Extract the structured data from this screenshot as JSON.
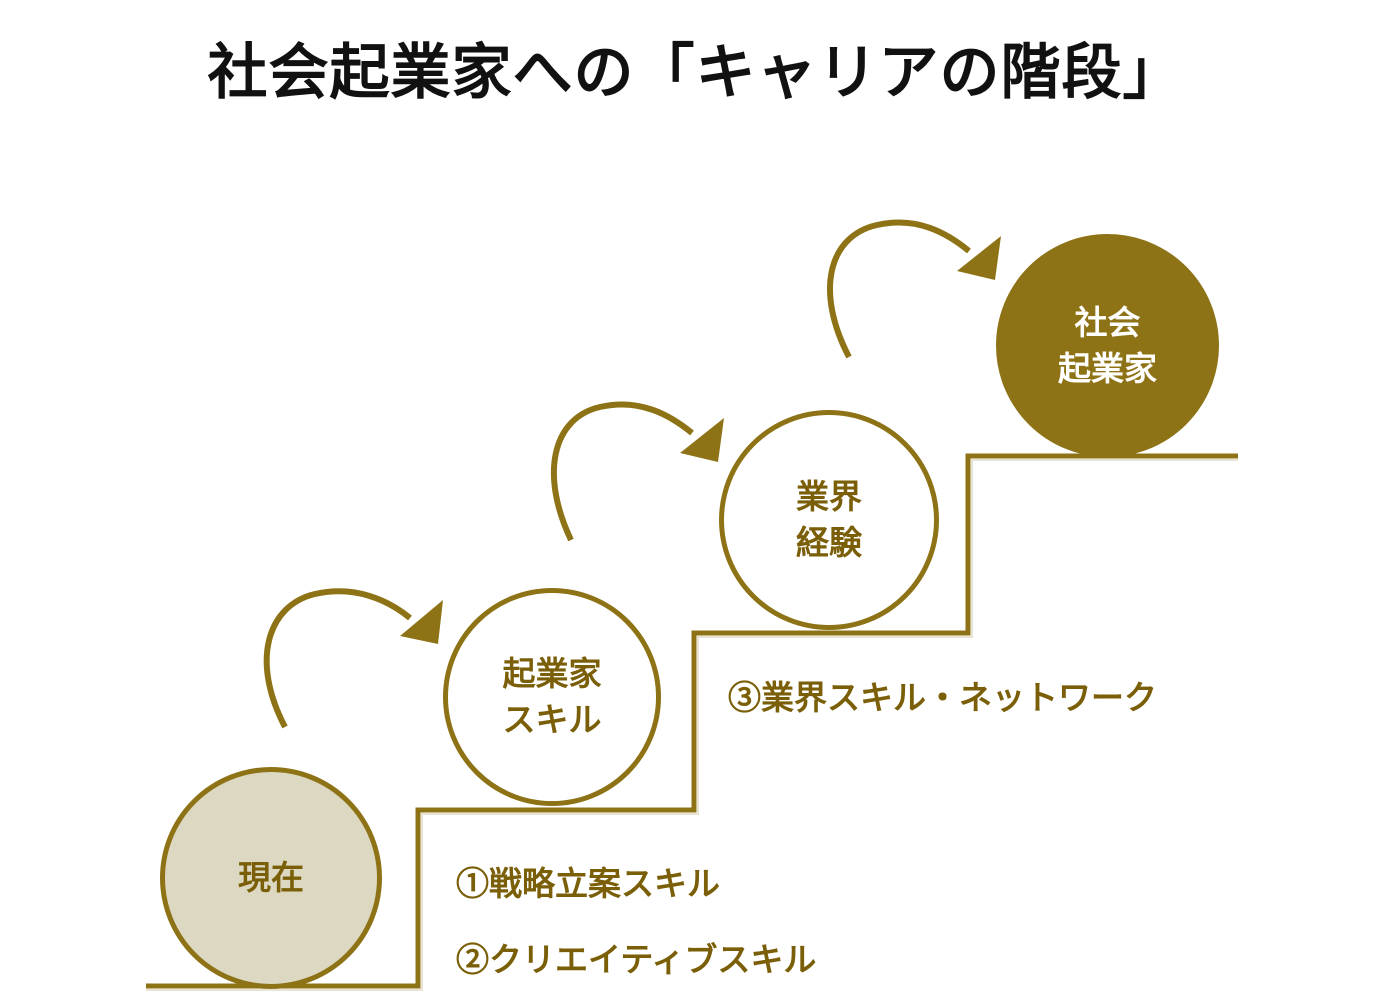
{
  "title": "社会起業家への「キャリアの階段」",
  "colors": {
    "accent": "#8e7316",
    "text_accent": "#7a5f08",
    "current_fill": "#ddd8c1",
    "title_text": "#111111"
  },
  "steps": [
    {
      "line1": "現在",
      "line2": ""
    },
    {
      "line1": "起業家",
      "line2": "スキル"
    },
    {
      "line1": "業界",
      "line2": "経験"
    },
    {
      "line1": "社会",
      "line2": "起業家"
    }
  ],
  "skills": {
    "item1": "①戦略立案スキル",
    "item2": "②クリエイティブスキル",
    "item3": "③業界スキル・ネットワーク"
  }
}
